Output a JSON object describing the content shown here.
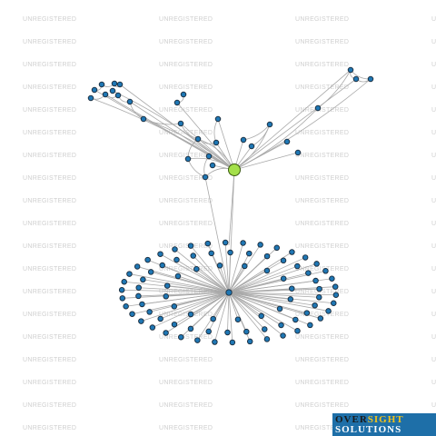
{
  "watermark": {
    "text": "UNREGISTERED"
  },
  "logo": {
    "word1": "OVER",
    "word2": "SIGHT",
    "word3": "SOLUTIONS"
  },
  "colors": {
    "node": "#1f77b4",
    "focus_node": "#a4e04a",
    "edge": "#a9a9a9",
    "logo_bg": "#1e6fa8",
    "logo_accent": "#f2c21a"
  },
  "graph": {
    "node_count": 104,
    "focus_node": "F",
    "hub_node": "H"
  }
}
